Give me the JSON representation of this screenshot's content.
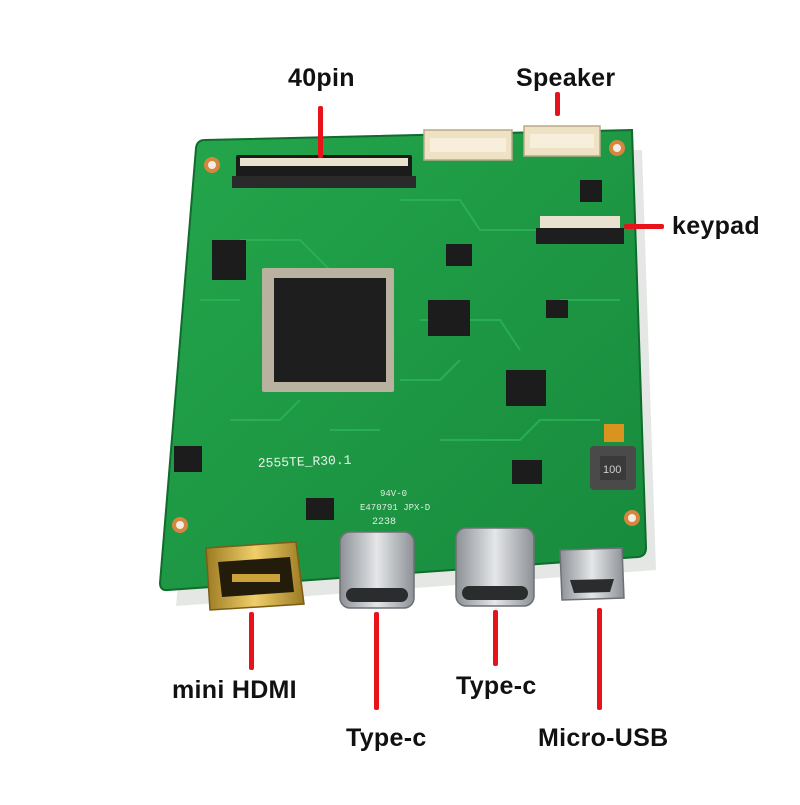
{
  "labels": {
    "pin40": "40pin",
    "speaker": "Speaker",
    "keypad": "keypad",
    "mini_hdmi": "mini HDMI",
    "type_c_left": "Type-c",
    "type_c_right": "Type-c",
    "micro_usb": "Micro-USB"
  },
  "board": {
    "silkscreen_model": "2555TE_R30.1",
    "silkscreen_rating": "94V-0",
    "silkscreen_code": "E470791 JPX-D",
    "silkscreen_date": "2238",
    "inductor_marking": "100"
  },
  "colors": {
    "pcb": "#1f9a45",
    "pcb_dark": "#137a35",
    "pointer": "#e8121b",
    "label_text": "#111111",
    "gold": "#c9a23a",
    "steel": "#b9bcc0",
    "connector_cream": "#efe2c4"
  }
}
